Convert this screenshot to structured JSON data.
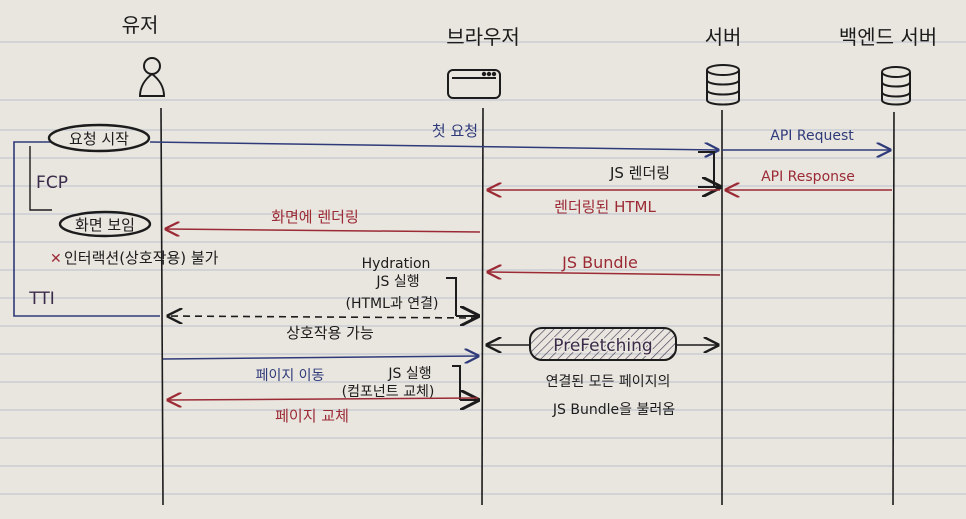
{
  "actors": {
    "user": "유저",
    "browser": "브라우저",
    "server": "서버",
    "backend": "백엔드 서버"
  },
  "messages": {
    "page_request": "첫 요청",
    "render_html": "렌더링된 HTML",
    "js_render": "JS 렌더링",
    "api_request": "API Request",
    "api_response": "API Response",
    "screen_render": "화면에 렌더링",
    "js_bundle": "JS Bundle",
    "hydration_line1": "Hydration",
    "hydration_line2": "JS 실행",
    "hydration_line3": "(HTML과 연결)",
    "interaction_ok": "상호작용 가능",
    "prefetching": "PreFetching",
    "page_move": "페이지 이동",
    "js_exec": "JS 실행",
    "component_swap": "(컴포넌트 교체)",
    "page_replace": "페이지 교체",
    "prefetch_note1": "연결된 모든 페이지의",
    "prefetch_note2": "JS Bundle을 불러옴"
  },
  "user_side": {
    "request_start": "요청 시작",
    "fcp": "FCP",
    "screen_visible": "화면 보임",
    "no_interaction": "인터랙션(상호작용) 불가",
    "tti": "TTI"
  },
  "colors": {
    "paper": "#e9e6df",
    "rule": "#b9c0cf",
    "ink": "#1c1c1c",
    "blue": "#2f3a7a",
    "red": "#9b2a35"
  }
}
